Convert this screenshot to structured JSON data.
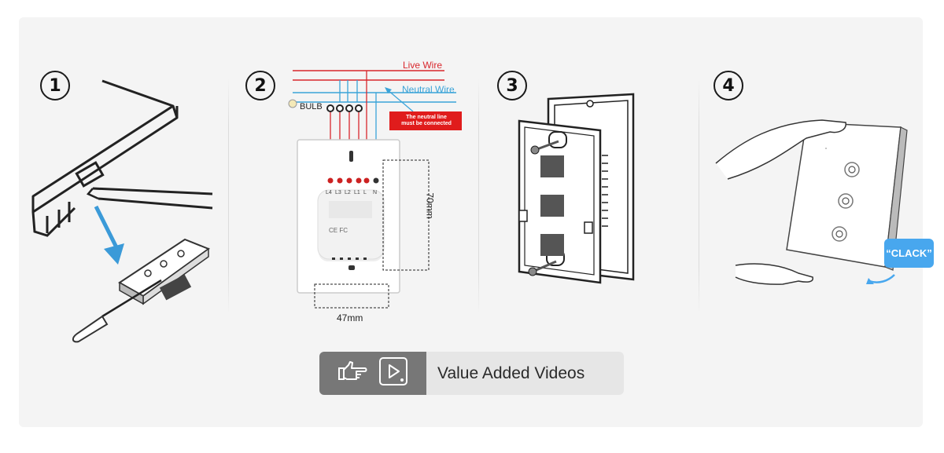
{
  "steps": [
    {
      "number": "1"
    },
    {
      "number": "2"
    },
    {
      "number": "3"
    },
    {
      "number": "4"
    }
  ],
  "wiring": {
    "live_wire": "Live Wire",
    "neutral_wire": "Neutral Wire",
    "bulb": "BULB",
    "warning": [
      "The neutral line",
      "must be connected"
    ],
    "terminals": [
      "L4",
      "L3",
      "L2",
      "L1",
      "L",
      "N"
    ],
    "width_dim": "47mm",
    "height_dim": "70mm",
    "ce_mark": "CE FC"
  },
  "install": {
    "clack": "“CLACK”"
  },
  "video_button": {
    "label": "Value Added Videos",
    "icons": [
      "pointing-hand-icon",
      "play-video-icon"
    ]
  },
  "colors": {
    "live": "#d8262c",
    "neutral": "#3aa3d8",
    "warning_bg": "#e01c1c",
    "accent_blue": "#48a7ee",
    "button_dark": "#777777",
    "button_light": "#e6e6e6"
  }
}
